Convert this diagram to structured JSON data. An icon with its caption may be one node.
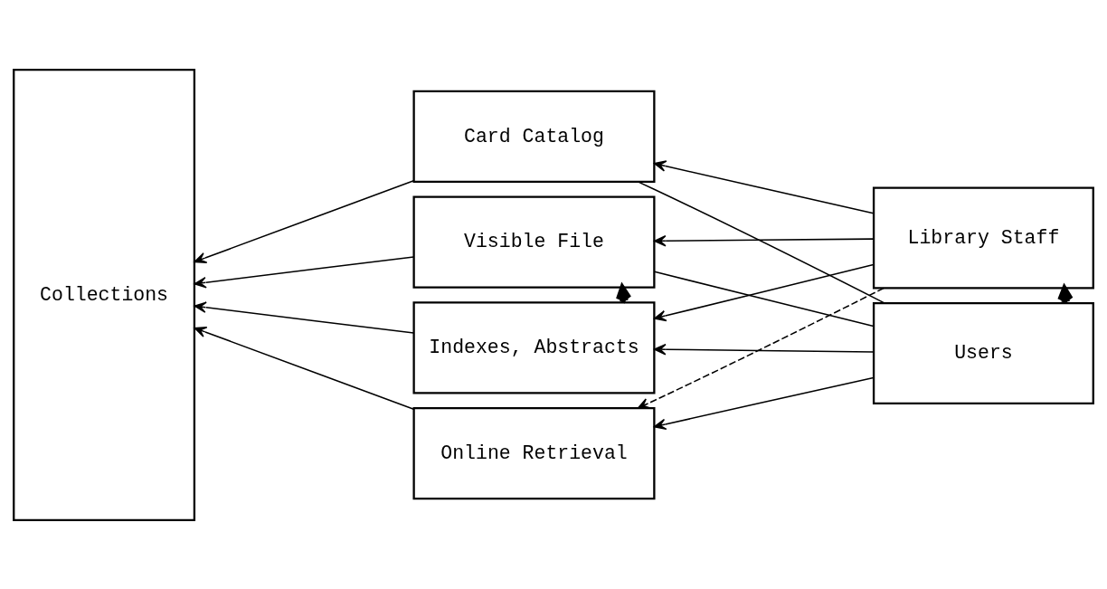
{
  "diagram": {
    "nodes": [
      {
        "text": [
          "Collections"
        ]
      },
      {
        "text": [
          "Card Catalog"
        ]
      },
      {
        "text": [
          "Visible File"
        ]
      },
      {
        "text": [
          "Indexes, Abstracts"
        ]
      },
      {
        "text": [
          "Online Retrieval"
        ]
      },
      {
        "text": [
          "Library Staff"
        ]
      },
      {
        "text": [
          "Users"
        ]
      }
    ],
    "edges": [
      {
        "from": 1,
        "to": 0,
        "arrow": "to"
      },
      {
        "from": 2,
        "to": 0,
        "arrow": "to"
      },
      {
        "from": 3,
        "to": 0,
        "arrow": "to"
      },
      {
        "from": 4,
        "to": 0,
        "arrow": "to"
      },
      {
        "from": 5,
        "to": 1,
        "arrow": "to"
      },
      {
        "from": 5,
        "to": 2,
        "arrow": "to"
      },
      {
        "from": 5,
        "to": 3,
        "arrow": "to"
      },
      {
        "from": 5,
        "to": 4,
        "arrow": "to",
        "style": "dashed"
      },
      {
        "from": 3,
        "to": 2,
        "arrow": "to",
        "style": "thick"
      },
      {
        "from": 6,
        "to": 5,
        "arrow": "to",
        "style": "thick"
      },
      {
        "from": 6,
        "to": 3,
        "arrow": "to"
      },
      {
        "from": 6,
        "to": 4,
        "arrow": "to"
      },
      {
        "from": 6,
        "to": 1,
        "arrow": "none"
      },
      {
        "from": 6,
        "to": 2,
        "arrow": "none"
      }
    ]
  }
}
